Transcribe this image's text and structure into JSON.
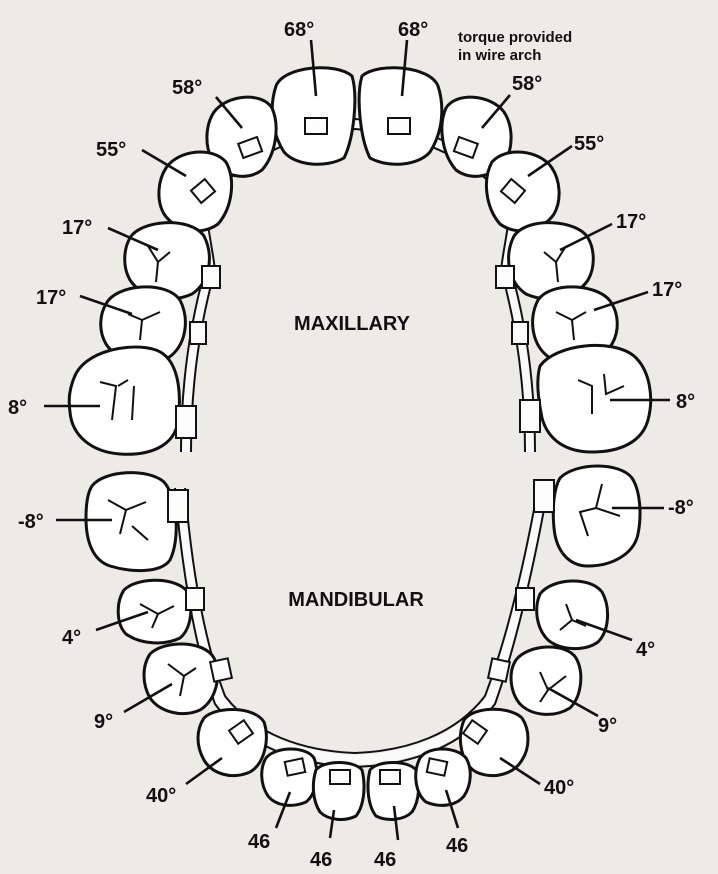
{
  "arch_labels": {
    "upper": "MAXILLARY",
    "lower": "MANDIBULAR"
  },
  "note": [
    "torque provided",
    "in wire arch"
  ],
  "maxillary": {
    "central_incisors": [
      "68°",
      "68°"
    ],
    "lateral_incisors": [
      "58°",
      "58°"
    ],
    "canines": [
      "55°",
      "55°"
    ],
    "first_premolars": [
      "17°",
      "17°"
    ],
    "second_premolars": [
      "17°",
      "17°"
    ],
    "first_molars": [
      "8°",
      "8°"
    ]
  },
  "mandibular": {
    "first_molars": [
      "-8°",
      "-8°"
    ],
    "second_premolars": [
      "4°",
      "4°"
    ],
    "first_premolars": [
      "9°",
      "9°"
    ],
    "canines": [
      "40°",
      "40°"
    ],
    "incisors": [
      "46",
      "46",
      "46",
      "46"
    ]
  }
}
